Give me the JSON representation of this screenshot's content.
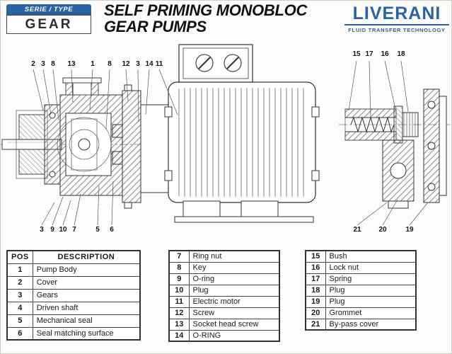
{
  "header": {
    "serie_type_label": "SERIE / TYPE",
    "pump_type": "GEAR",
    "title_line1": "SELF PRIMING MONOBLOC",
    "title_line2": "GEAR PUMPS",
    "brand": "LIVERANI",
    "brand_tagline": "FLUID TRANSFER TECHNOLOGY"
  },
  "colors": {
    "brand_blue": "#2b62a3",
    "line_dark": "#333333"
  },
  "callouts": {
    "main_top": [
      "2",
      "3",
      "8",
      "13",
      "1",
      "8",
      "12",
      "3",
      "14",
      "11"
    ],
    "main_bottom": [
      "3",
      "9",
      "10",
      "7",
      "5",
      "6"
    ],
    "detail_top": [
      "15",
      "17",
      "16",
      "18"
    ],
    "detail_bottom": [
      "21",
      "20",
      "19"
    ]
  },
  "tables": {
    "t1": {
      "headers": [
        "POS",
        "DESCRIPTION"
      ],
      "rows": [
        [
          "1",
          "Pump Body"
        ],
        [
          "2",
          "Cover"
        ],
        [
          "3",
          "Gears"
        ],
        [
          "4",
          "Driven shaft"
        ],
        [
          "5",
          "Mechanical seal"
        ],
        [
          "6",
          "Seal matching surface"
        ]
      ]
    },
    "t2": {
      "rows": [
        [
          "7",
          "Ring nut"
        ],
        [
          "8",
          "Key"
        ],
        [
          "9",
          "O-ring"
        ],
        [
          "10",
          "Plug"
        ],
        [
          "11",
          "Electric motor"
        ],
        [
          "12",
          "Screw"
        ],
        [
          "13",
          "Socket head screw"
        ],
        [
          "14",
          "O-RING"
        ]
      ]
    },
    "t3": {
      "rows": [
        [
          "15",
          "Bush"
        ],
        [
          "16",
          "Lock nut"
        ],
        [
          "17",
          "Spring"
        ],
        [
          "18",
          "Plug"
        ],
        [
          "19",
          "Plug"
        ],
        [
          "20",
          "Grommet"
        ],
        [
          "21",
          "By-pass cover"
        ]
      ]
    }
  }
}
